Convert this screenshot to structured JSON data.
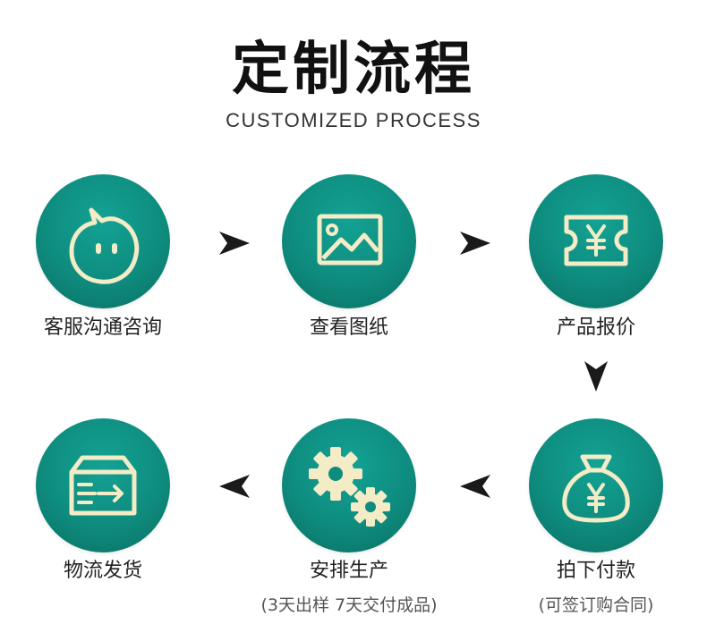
{
  "header": {
    "title": "定制流程",
    "subtitle": "CUSTOMIZED PROCESS"
  },
  "steps": [
    {
      "label": "客服沟通咨询",
      "icon": "chat-bubble-icon"
    },
    {
      "label": "查看图纸",
      "icon": "image-icon"
    },
    {
      "label": "产品报价",
      "icon": "yen-ticket-icon"
    },
    {
      "label": "拍下付款",
      "icon": "money-bag-icon",
      "note": "(可签订购合同)"
    },
    {
      "label": "安排生产",
      "icon": "gears-icon",
      "note": "(3天出样 7天交付成品)"
    },
    {
      "label": "物流发货",
      "icon": "delivery-box-icon"
    }
  ],
  "colors": {
    "circle": "#0e8c7e",
    "icon_stroke": "#f3ecc7",
    "arrow": "#1a1a1a"
  }
}
